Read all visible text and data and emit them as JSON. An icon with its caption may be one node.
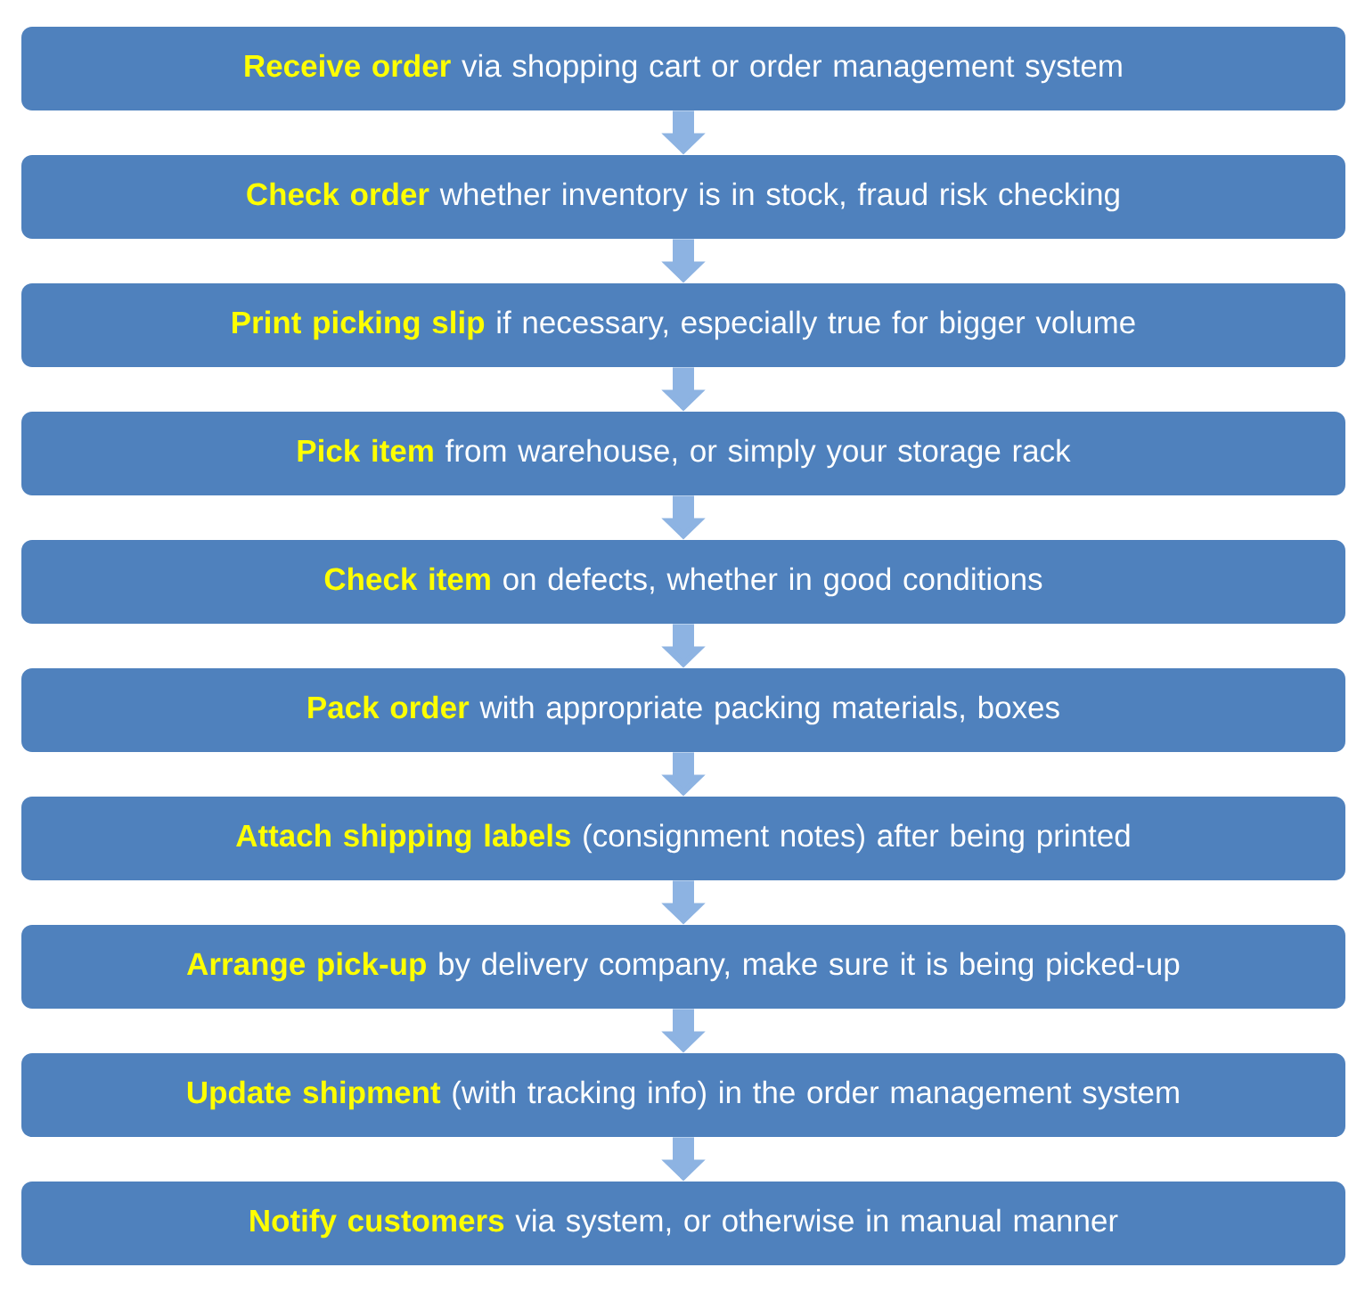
{
  "diagram": {
    "nodes": [
      {
        "text": [
          "Receive order",
          "via shopping cart or order management system"
        ]
      },
      {
        "text": [
          "Check order",
          "whether inventory is in stock, fraud risk checking"
        ]
      },
      {
        "text": [
          "Print picking slip",
          "if necessary, especially true for bigger volume"
        ]
      },
      {
        "text": [
          "Pick item",
          "from warehouse, or simply your storage rack"
        ]
      },
      {
        "text": [
          "Check item",
          "on defects, whether in good conditions"
        ]
      },
      {
        "text": [
          "Pack order",
          "with appropriate packing materials, boxes"
        ]
      },
      {
        "text": [
          "Attach shipping labels",
          "(consignment notes) after being printed"
        ]
      },
      {
        "text": [
          "Arrange pick-up",
          "by delivery company, make sure it is being picked-up"
        ]
      },
      {
        "text": [
          "Update shipment",
          "(with tracking info) in the order management system"
        ]
      },
      {
        "text": [
          "Notify customers",
          "via system, or otherwise in manual manner"
        ]
      }
    ],
    "edges": [
      {
        "from": 0,
        "to": 1,
        "arrow": "to"
      },
      {
        "from": 1,
        "to": 2,
        "arrow": "to"
      },
      {
        "from": 2,
        "to": 3,
        "arrow": "to"
      },
      {
        "from": 3,
        "to": 4,
        "arrow": "to"
      },
      {
        "from": 4,
        "to": 5,
        "arrow": "to"
      },
      {
        "from": 5,
        "to": 6,
        "arrow": "to"
      },
      {
        "from": 6,
        "to": 7,
        "arrow": "to"
      },
      {
        "from": 7,
        "to": 8,
        "arrow": "to"
      },
      {
        "from": 8,
        "to": 9,
        "arrow": "to"
      }
    ]
  }
}
